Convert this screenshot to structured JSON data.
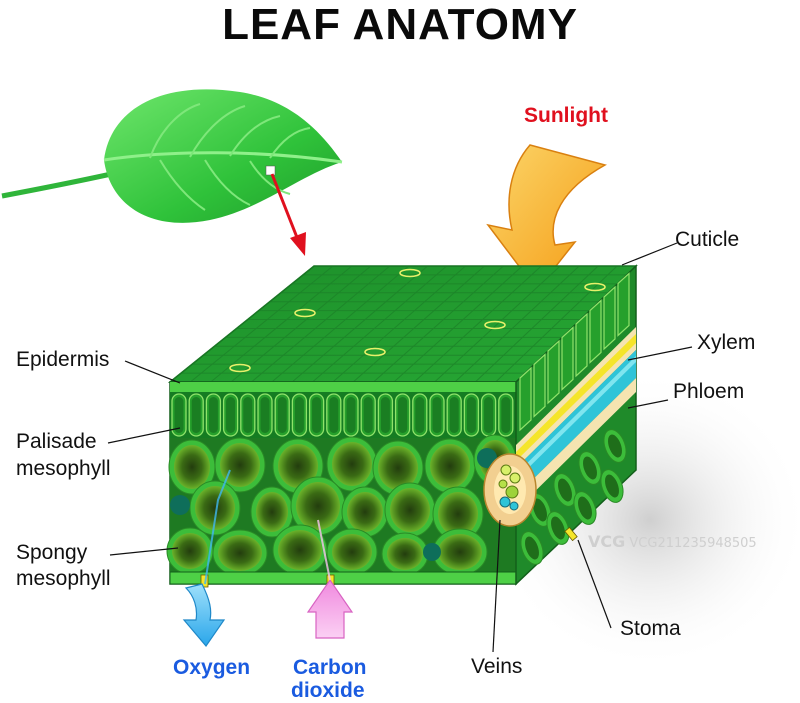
{
  "title": "LEAF ANATOMY",
  "labels": {
    "sunlight": "Sunlight",
    "cuticle": "Cuticle",
    "xylem": "Xylem",
    "phloem": "Phloem",
    "epidermis": "Epidermis",
    "palisade_line1": "Palisade",
    "palisade_line2": "mesophyll",
    "spongy_line1": "Spongy",
    "spongy_line2": "mesophyll",
    "stoma": "Stoma",
    "veins": "Veins",
    "oxygen": "Oxygen",
    "carbon_line1": "Carbon",
    "carbon_line2": "dioxide"
  },
  "watermark": {
    "brand": "VCG",
    "id": "VCG211235948505"
  },
  "colors": {
    "leaf_green": "#2fc23a",
    "cell_green": "#2ea82c",
    "sunlight_red": "#e0101e",
    "oxygen_blue": "#1a5be0",
    "carbon_blue": "#1a5be0",
    "sun_arrow": "#f7a21b",
    "oxygen_arrow": "#3fb6f0",
    "co2_arrow": "#f58fe4",
    "xylem_yellow": "#f5e52a",
    "phloem_cyan": "#2fc4d8"
  }
}
